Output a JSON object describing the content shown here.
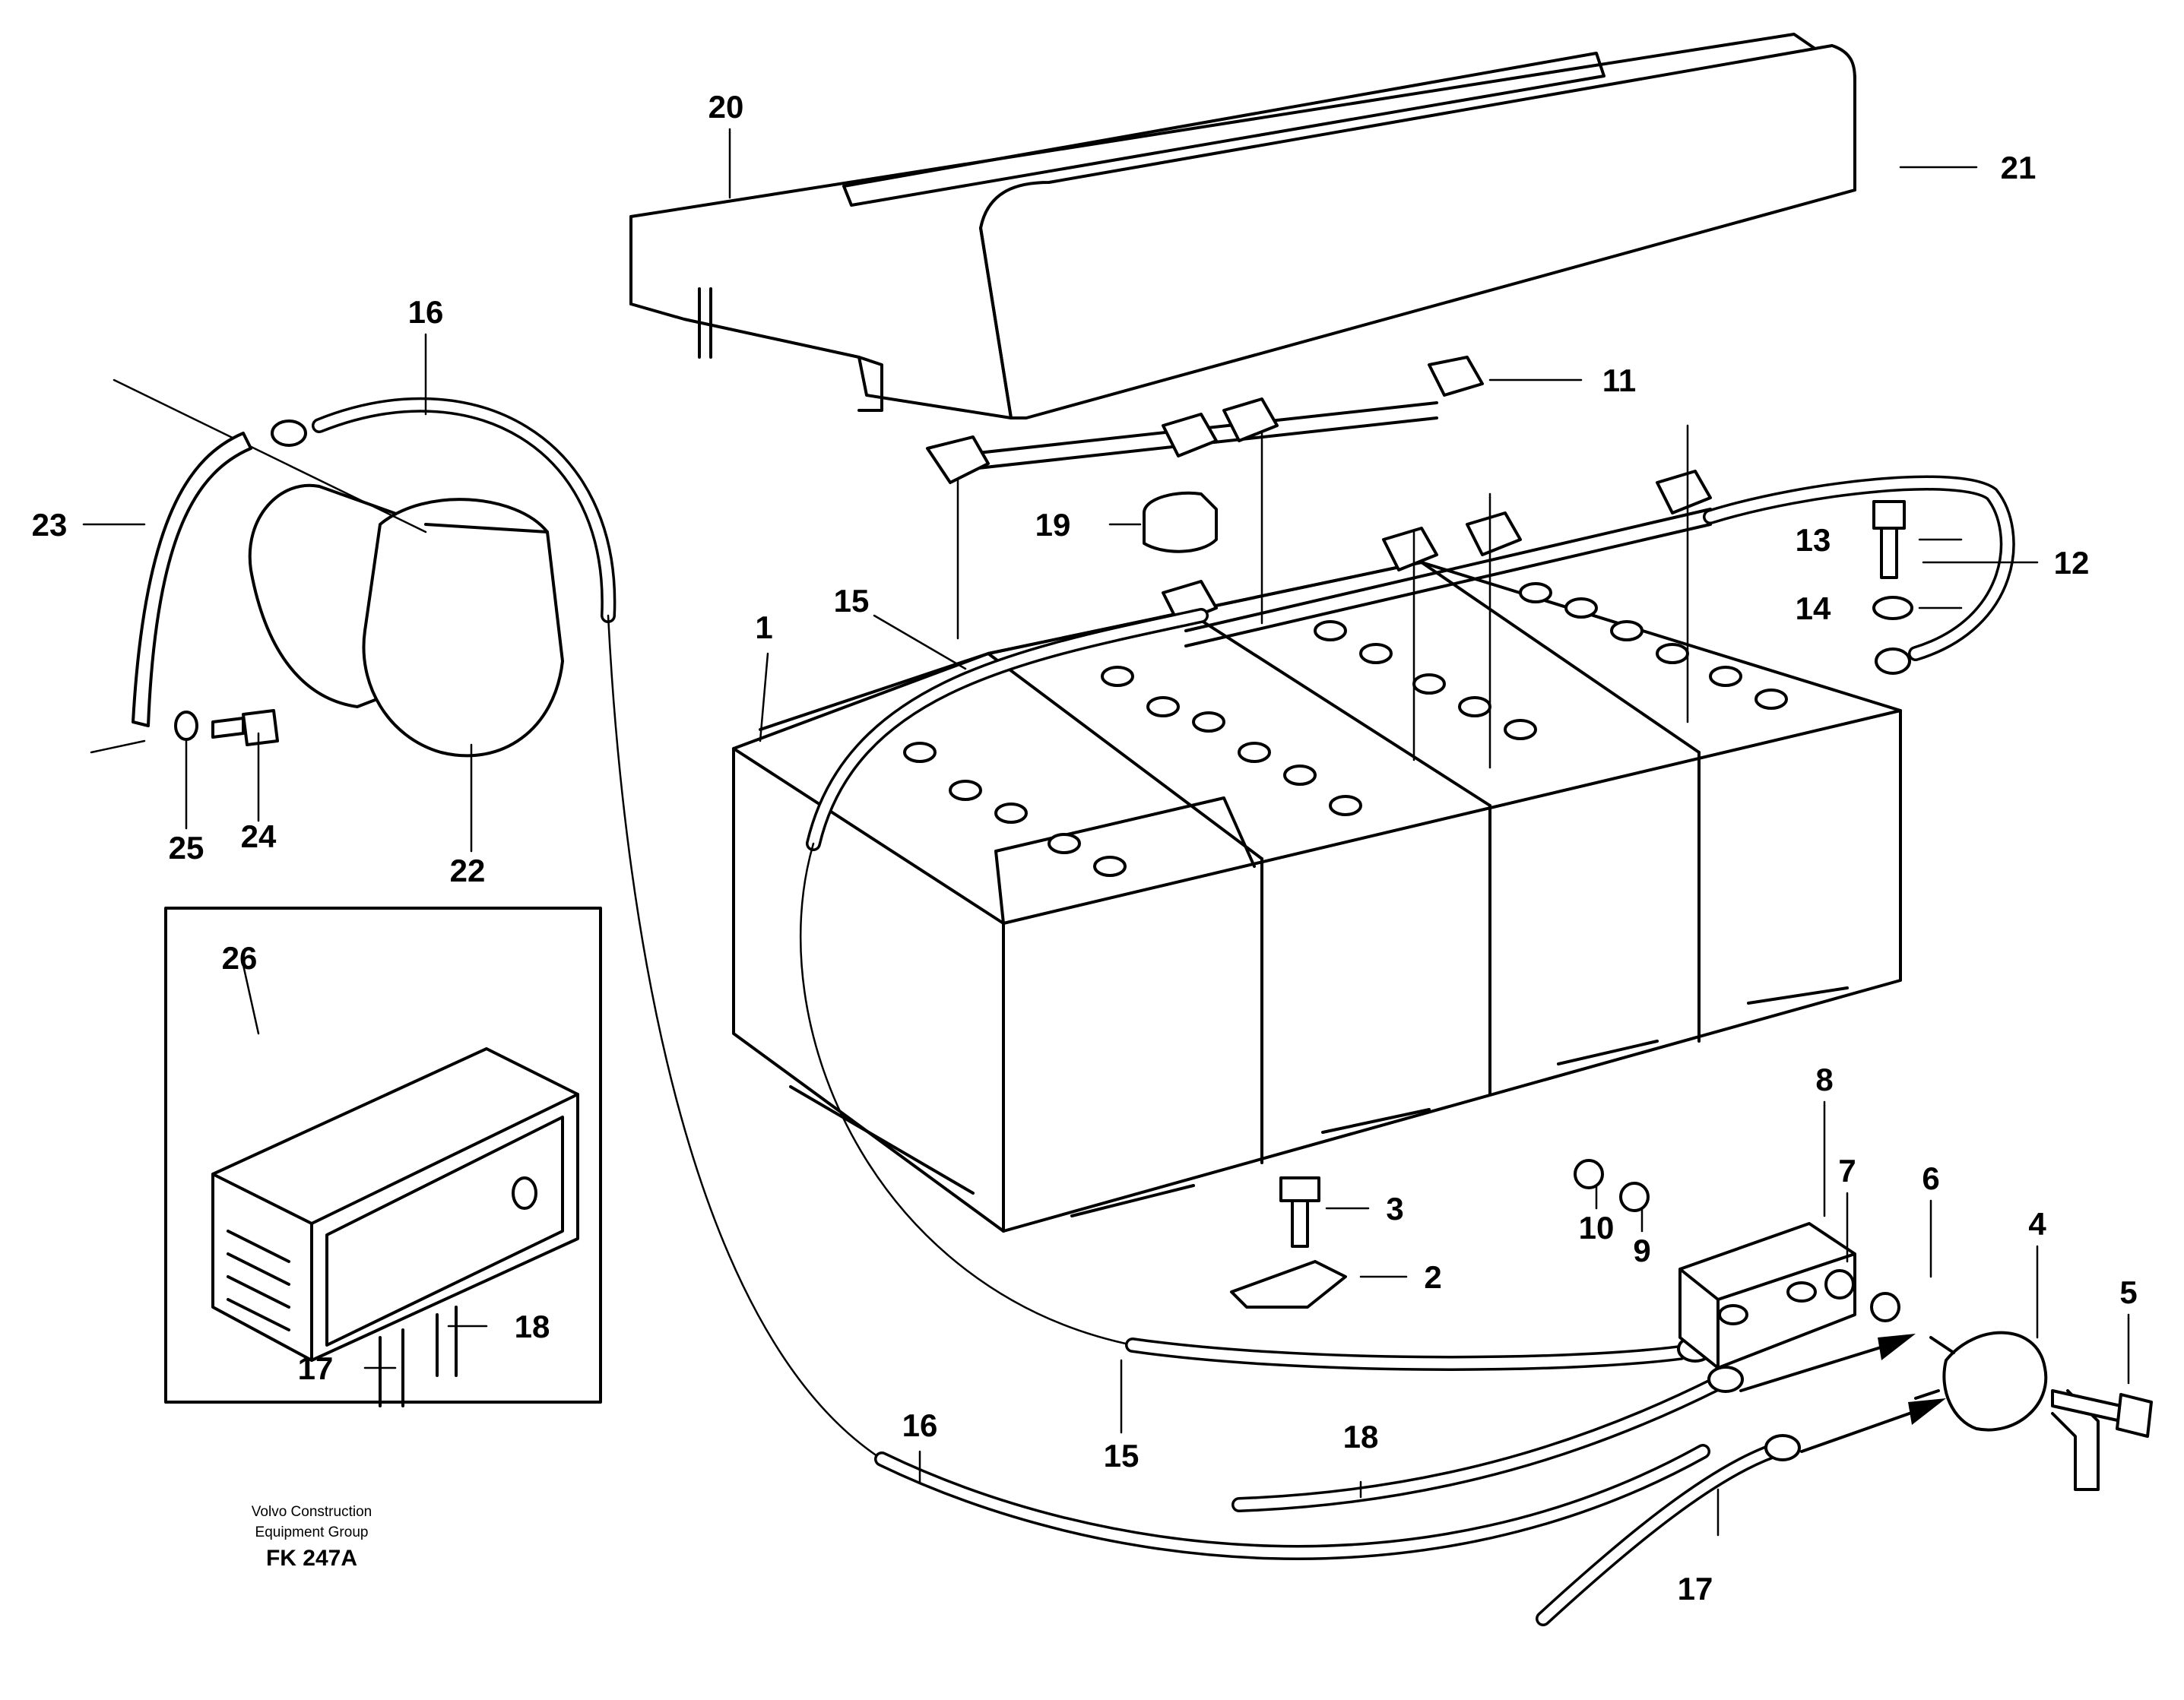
{
  "callouts": [
    {
      "id": "c1",
      "text": "1"
    },
    {
      "id": "c2",
      "text": "2"
    },
    {
      "id": "c3",
      "text": "3"
    },
    {
      "id": "c4",
      "text": "4"
    },
    {
      "id": "c5",
      "text": "5"
    },
    {
      "id": "c6",
      "text": "6"
    },
    {
      "id": "c7",
      "text": "7"
    },
    {
      "id": "c8",
      "text": "8"
    },
    {
      "id": "c9",
      "text": "9"
    },
    {
      "id": "c10",
      "text": "10"
    },
    {
      "id": "c11",
      "text": "11"
    },
    {
      "id": "c12",
      "text": "12"
    },
    {
      "id": "c13",
      "text": "13"
    },
    {
      "id": "c14",
      "text": "14"
    },
    {
      "id": "c15a",
      "text": "15"
    },
    {
      "id": "c15b",
      "text": "15"
    },
    {
      "id": "c16a",
      "text": "16"
    },
    {
      "id": "c16b",
      "text": "16"
    },
    {
      "id": "c17a",
      "text": "17"
    },
    {
      "id": "c17b",
      "text": "17"
    },
    {
      "id": "c18a",
      "text": "18"
    },
    {
      "id": "c18b",
      "text": "18"
    },
    {
      "id": "c19",
      "text": "19"
    },
    {
      "id": "c20",
      "text": "20"
    },
    {
      "id": "c21",
      "text": "21"
    },
    {
      "id": "c22",
      "text": "22"
    },
    {
      "id": "c23",
      "text": "23"
    },
    {
      "id": "c24",
      "text": "24"
    },
    {
      "id": "c25",
      "text": "25"
    },
    {
      "id": "c26",
      "text": "26"
    }
  ],
  "credit": {
    "line1": "Volvo Construction",
    "line2": "Equipment Group",
    "code": "FK 247A"
  }
}
